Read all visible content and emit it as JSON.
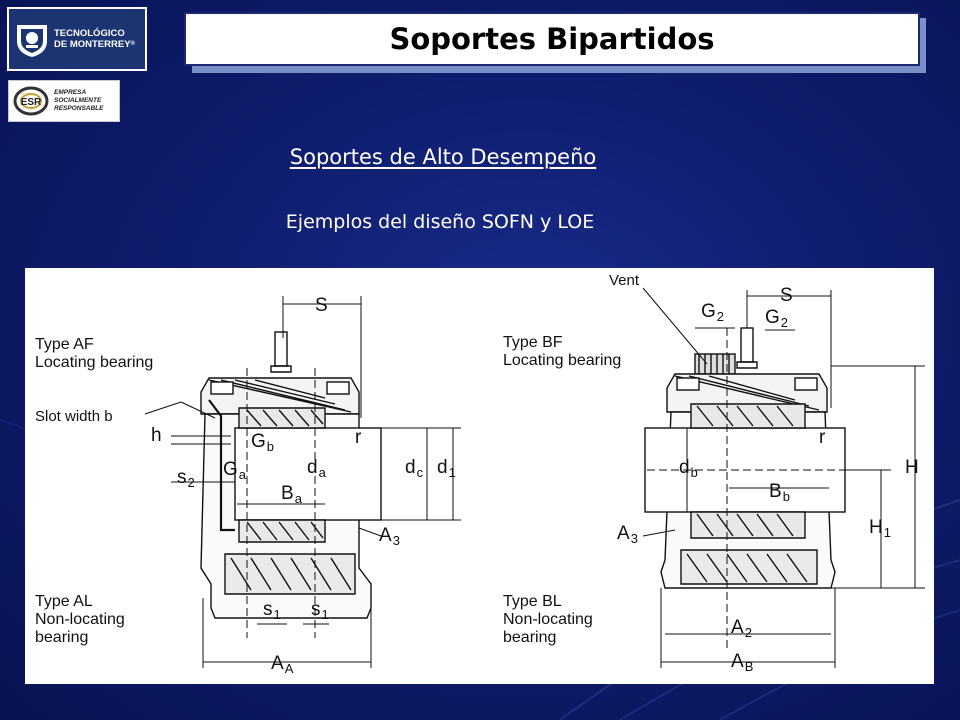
{
  "slide": {
    "title": "Soportes Bipartidos",
    "subtitle": "Soportes de Alto Desempeño",
    "examples_text": "Ejemplos del diseño SOFN y LOE"
  },
  "logos": {
    "tec": {
      "line1": "TECNOLÓGICO",
      "line2": "DE MONTERREY",
      "reg": "®"
    },
    "esr": {
      "badge": "ESR",
      "lines": "EMPRESA\nSOCIALMENTE\nRESPONSABLE"
    }
  },
  "drawing": {
    "left": {
      "type_af": "Type AF\nLocating bearing",
      "slot": "Slot width b",
      "type_al": "Type AL\nNon-locating\nbearing",
      "dims": {
        "S": "S",
        "h": "h",
        "r": "r",
        "G": "G",
        "b": "b",
        "a": "a",
        "s": "s",
        "two": "2",
        "one": "1",
        "d": "d",
        "c": "c",
        "B": "B",
        "A": "A",
        "three": "3",
        "capA": "A"
      }
    },
    "right": {
      "vent": "Vent",
      "type_bf": "Type BF\nLocating bearing",
      "type_bl": "Type BL\nNon-locating\nbearing",
      "dims": {
        "S": "S",
        "G": "G",
        "two": "2",
        "r": "r",
        "d": "d",
        "b": "b",
        "B": "B",
        "H": "H",
        "one": "1",
        "A": "A",
        "three": "3",
        "capB": "B"
      }
    }
  },
  "colors": {
    "background": "#0f1d6e",
    "title_box": "#ffffff",
    "text_light": "#ffffff",
    "drawing_line": "#111111"
  }
}
